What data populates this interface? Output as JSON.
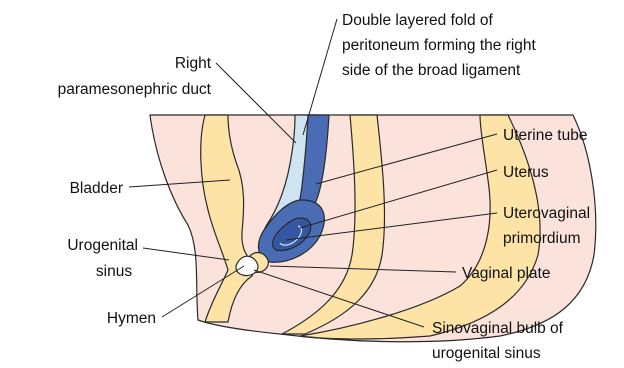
{
  "labels": {
    "double_fold_line1": "Double layered fold of",
    "double_fold_line2": "peritoneum forming the right",
    "double_fold_line3": "side of the broad ligament",
    "right_duct_line1": "Right",
    "right_duct_line2": "paramesonephric duct",
    "uterine_tube": "Uterine tube",
    "uterus": "Uterus",
    "uterovaginal_line1": "Uterovaginal",
    "uterovaginal_line2": "primordium",
    "bladder": "Bladder",
    "urogenital_line1": "Urogenital",
    "urogenital_line2": "sinus",
    "vaginal_plate": "Vaginal plate",
    "hymen": "Hymen",
    "sinovaginal_line1": "Sinovaginal bulb of",
    "sinovaginal_line2": "urogenital sinus"
  },
  "colors": {
    "skin": "#fbe3dc",
    "yellow_layer": "#fde3a6",
    "duct_blue": "#4a6cb4",
    "fold_light_blue": "#cfe3f1",
    "uterus_inner_blue": "#3556a1",
    "outline": "#2a2a2a"
  }
}
